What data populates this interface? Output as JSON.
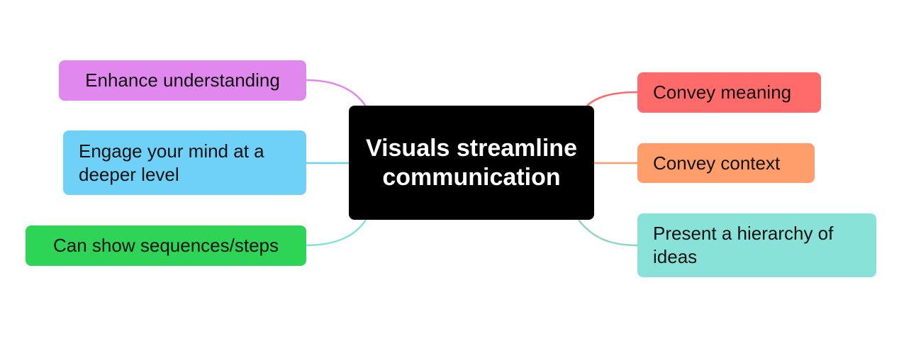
{
  "central": {
    "label": "Visuals streamline communication",
    "color": "#000000"
  },
  "left_branches": [
    {
      "label": "Enhance understanding",
      "color": "#e088ee"
    },
    {
      "label": "Engage your mind at a deeper level",
      "color": "#6fd0f8"
    },
    {
      "label": "Can show sequences/steps",
      "color": "#2dd455",
      "link_color": "#86e0d6"
    }
  ],
  "right_branches": [
    {
      "label": "Convey meaning",
      "color": "#ff6b6b"
    },
    {
      "label": "Convey context",
      "color": "#ff9e6b"
    },
    {
      "label": "Present a hierarchy of ideas",
      "color": "#88e2d8",
      "link_color": "#8ed8b8"
    }
  ]
}
